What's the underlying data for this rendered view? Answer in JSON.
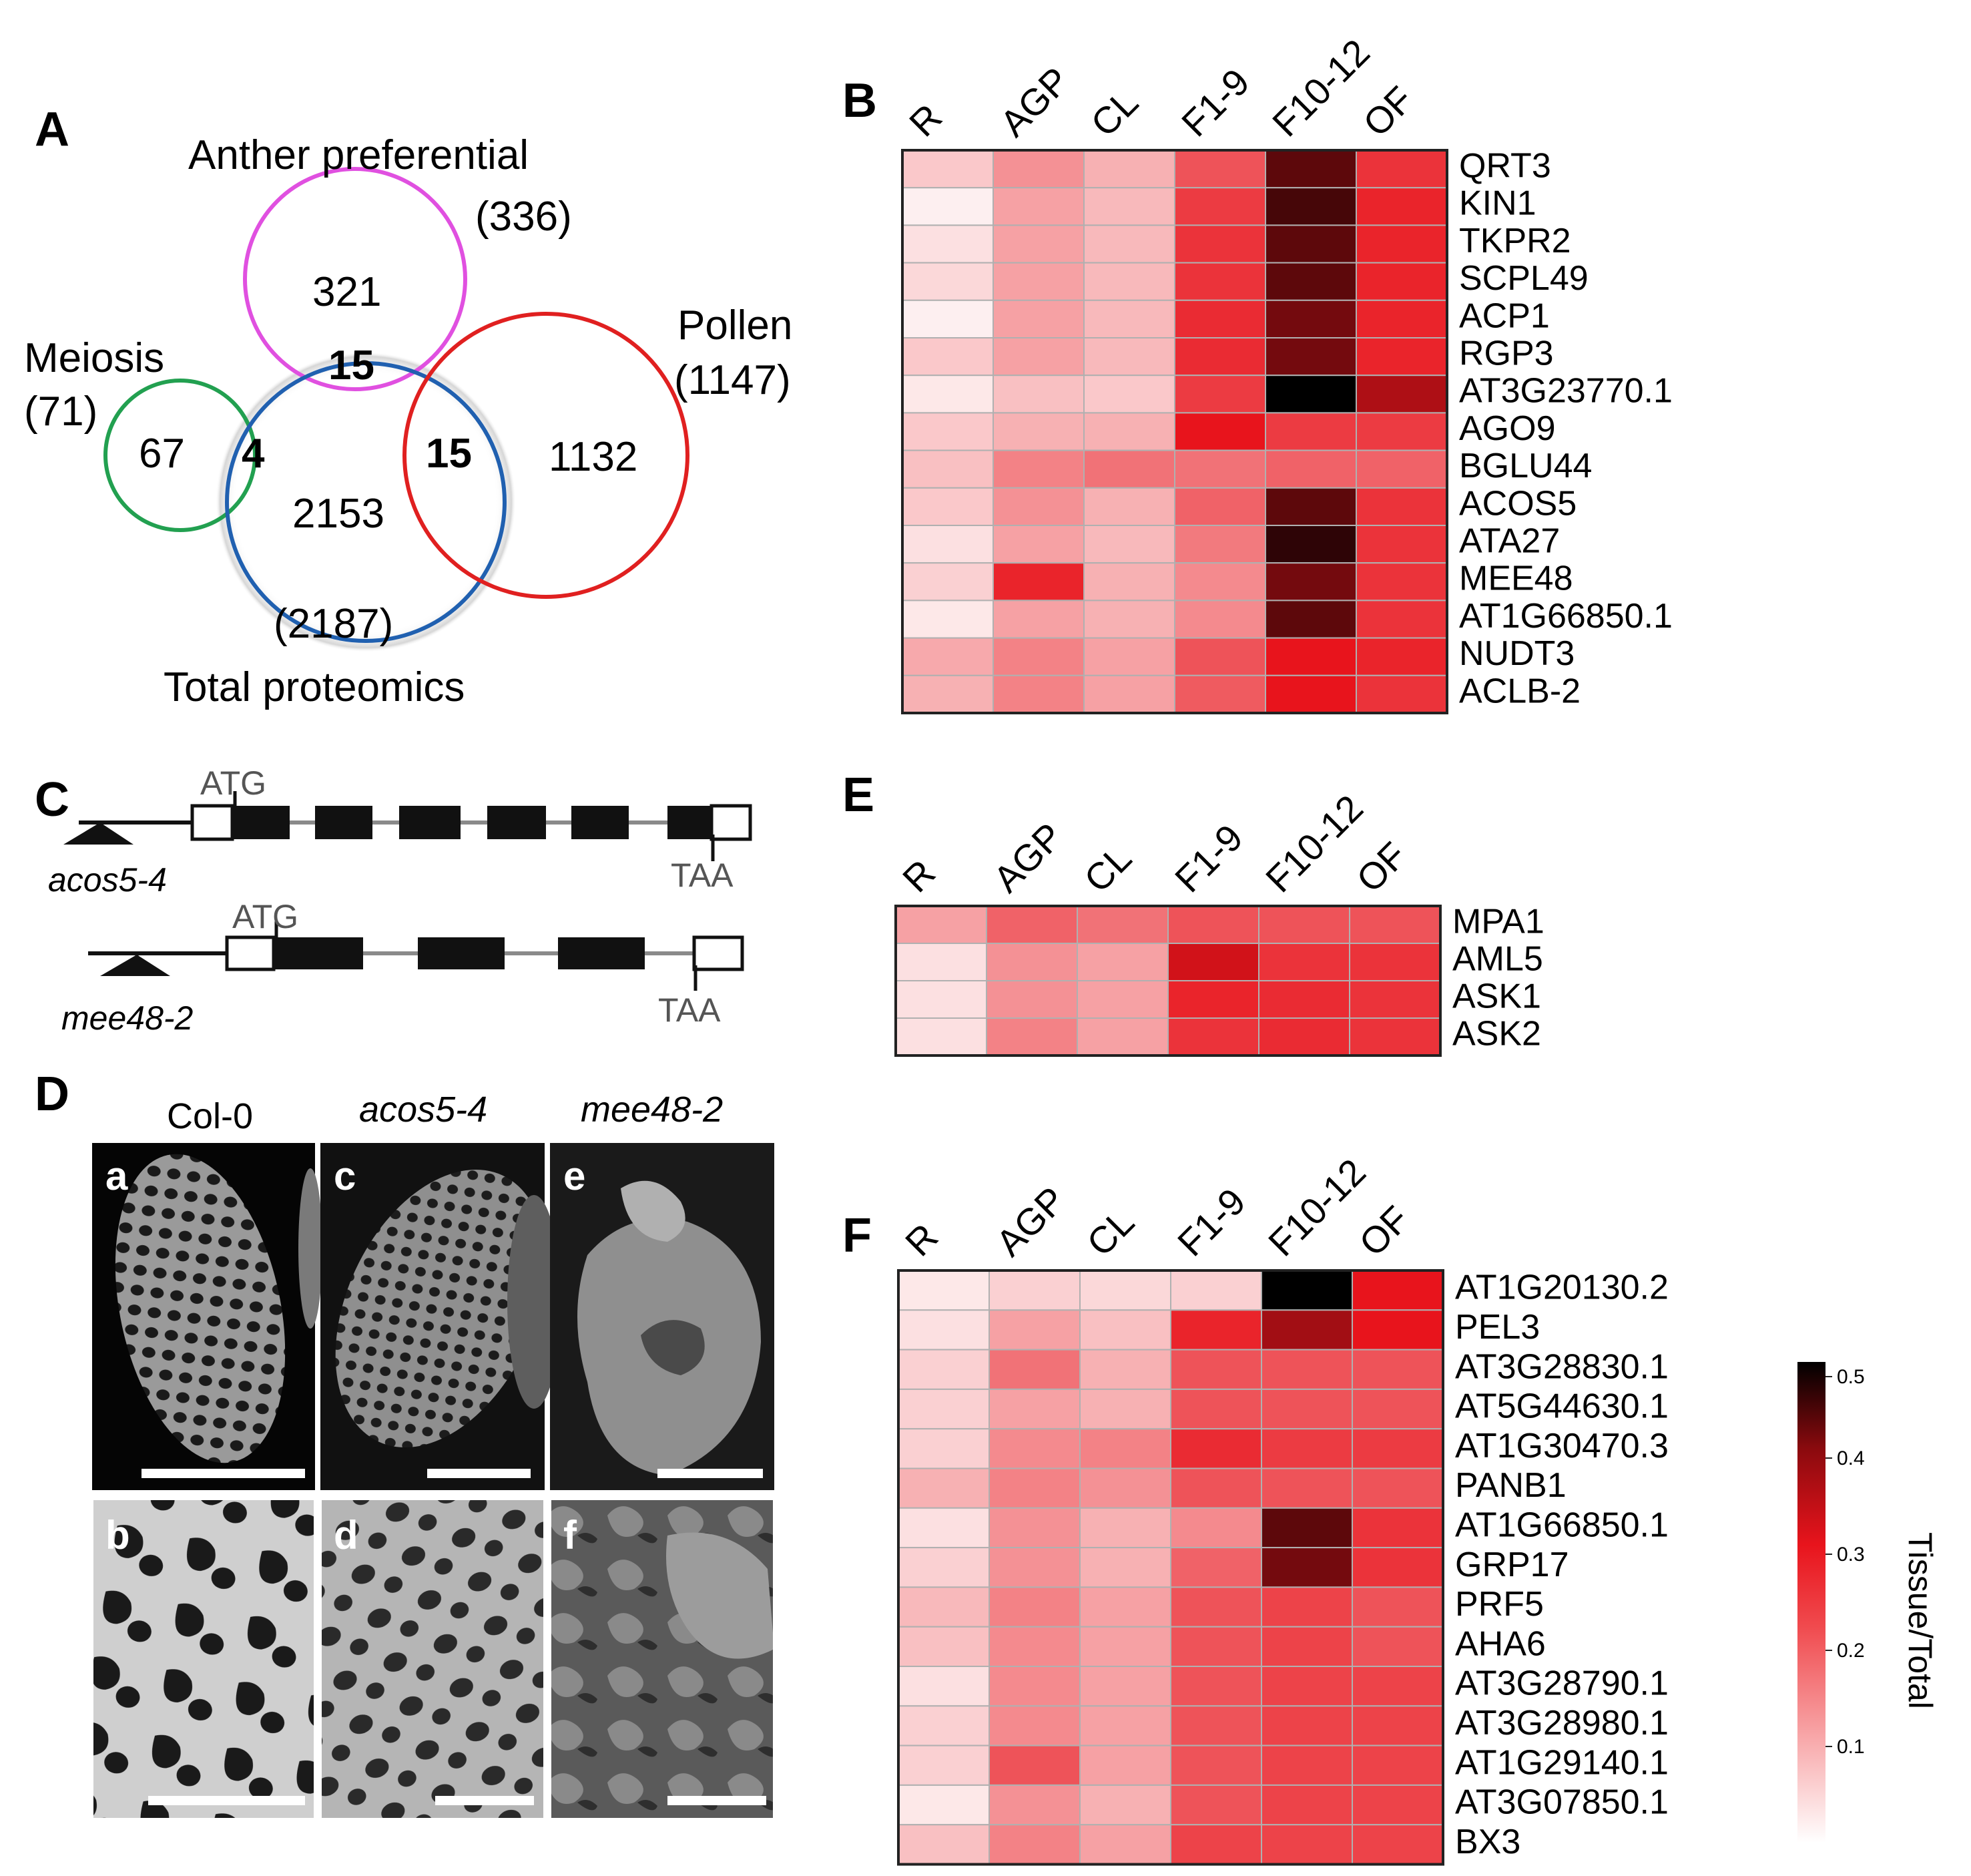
{
  "panels": {
    "A": "A",
    "B": "B",
    "C": "C",
    "D": "D",
    "E": "E",
    "F": "F"
  },
  "venn": {
    "sets": [
      {
        "name": "Anther preferential",
        "total": "(336)",
        "unique": "321",
        "color": "#e050e0"
      },
      {
        "name": "Meiosis",
        "total": "(71)",
        "unique": "67",
        "color": "#22a050"
      },
      {
        "name": "Pollen",
        "total": "(1147)",
        "unique": "1132",
        "color": "#e02020"
      },
      {
        "name": "Total proteomics",
        "total": "(2187)",
        "unique": "2153",
        "color": "#2060b0"
      }
    ],
    "overlaps": {
      "anther_total": "15",
      "meiosis_total": "4",
      "pollen_total": "15"
    }
  },
  "gene_models": {
    "atg": "ATG",
    "taa": "TAA",
    "mutants": [
      "acos5-4",
      "mee48-2"
    ]
  },
  "micrographs": {
    "columns": [
      "Col-0",
      "acos5-4",
      "mee48-2"
    ],
    "letters": [
      "a",
      "b",
      "c",
      "d",
      "e",
      "f"
    ]
  },
  "colorbar": {
    "title": "Tissue/Total",
    "ticks": [
      "0.1",
      "0.2",
      "0.3",
      "0.4",
      "0.5"
    ],
    "low_color": "#ffffff",
    "mid_color": "#e8141c",
    "high_color": "#000000"
  },
  "chart_data": [
    {
      "type": "heatmap",
      "panel": "B",
      "columns": [
        "R",
        "AGP",
        "CL",
        "F1-9",
        "F10-12",
        "OF"
      ],
      "rows": [
        "QRT3",
        "KIN1",
        "TKPR2",
        "SCPL49",
        "ACP1",
        "RGP3",
        "AT3G23770.1",
        "AGO9",
        "BGLU44",
        "ACOS5",
        "ATA27",
        "MEE48",
        "AT1G66850.1",
        "NUDT3",
        "ACLB-2"
      ],
      "values": [
        [
          0.07,
          0.14,
          0.1,
          0.22,
          0.42,
          0.26
        ],
        [
          0.02,
          0.12,
          0.09,
          0.25,
          0.44,
          0.28
        ],
        [
          0.04,
          0.12,
          0.09,
          0.26,
          0.42,
          0.28
        ],
        [
          0.05,
          0.12,
          0.09,
          0.26,
          0.42,
          0.28
        ],
        [
          0.02,
          0.12,
          0.09,
          0.27,
          0.4,
          0.28
        ],
        [
          0.07,
          0.12,
          0.09,
          0.27,
          0.4,
          0.28
        ],
        [
          0.03,
          0.08,
          0.07,
          0.25,
          0.5,
          0.35
        ],
        [
          0.07,
          0.1,
          0.1,
          0.3,
          0.25,
          0.25
        ],
        [
          0.08,
          0.16,
          0.18,
          0.18,
          0.2,
          0.2
        ],
        [
          0.07,
          0.14,
          0.1,
          0.2,
          0.42,
          0.26
        ],
        [
          0.04,
          0.12,
          0.09,
          0.17,
          0.46,
          0.26
        ],
        [
          0.06,
          0.28,
          0.1,
          0.15,
          0.4,
          0.26
        ],
        [
          0.03,
          0.12,
          0.1,
          0.15,
          0.42,
          0.26
        ],
        [
          0.11,
          0.16,
          0.12,
          0.22,
          0.3,
          0.28
        ],
        [
          0.1,
          0.16,
          0.12,
          0.21,
          0.3,
          0.26
        ]
      ]
    },
    {
      "type": "heatmap",
      "panel": "E",
      "columns": [
        "R",
        "AGP",
        "CL",
        "F1-9",
        "F10-12",
        "OF"
      ],
      "rows": [
        "MPA1",
        "AML5",
        "ASK1",
        "ASK2"
      ],
      "values": [
        [
          0.12,
          0.2,
          0.18,
          0.22,
          0.22,
          0.22
        ],
        [
          0.04,
          0.14,
          0.12,
          0.32,
          0.26,
          0.26
        ],
        [
          0.04,
          0.14,
          0.12,
          0.28,
          0.27,
          0.26
        ],
        [
          0.04,
          0.16,
          0.12,
          0.26,
          0.27,
          0.26
        ]
      ]
    },
    {
      "type": "heatmap",
      "panel": "F",
      "columns": [
        "R",
        "AGP",
        "CL",
        "F1-9",
        "F10-12",
        "OF"
      ],
      "rows": [
        "AT1G20130.2",
        "PEL3",
        "AT3G28830.1",
        "AT5G44630.1",
        "AT1G30470.3",
        "PANB1",
        "AT1G66850.1",
        "GRP17",
        "PRF5",
        "AHA6",
        "AT3G28790.1",
        "AT3G28980.1",
        "AT1G29140.1",
        "AT3G07850.1",
        "BX3"
      ],
      "values": [
        [
          0.03,
          0.06,
          0.05,
          0.06,
          0.5,
          0.3
        ],
        [
          0.04,
          0.12,
          0.08,
          0.28,
          0.36,
          0.3
        ],
        [
          0.06,
          0.18,
          0.1,
          0.22,
          0.22,
          0.22
        ],
        [
          0.06,
          0.12,
          0.1,
          0.22,
          0.22,
          0.22
        ],
        [
          0.06,
          0.15,
          0.16,
          0.27,
          0.25,
          0.25
        ],
        [
          0.1,
          0.16,
          0.14,
          0.22,
          0.22,
          0.22
        ],
        [
          0.04,
          0.14,
          0.1,
          0.15,
          0.42,
          0.26
        ],
        [
          0.06,
          0.14,
          0.1,
          0.2,
          0.4,
          0.26
        ],
        [
          0.09,
          0.16,
          0.12,
          0.22,
          0.24,
          0.22
        ],
        [
          0.08,
          0.15,
          0.12,
          0.22,
          0.24,
          0.22
        ],
        [
          0.04,
          0.15,
          0.12,
          0.22,
          0.24,
          0.24
        ],
        [
          0.06,
          0.15,
          0.12,
          0.22,
          0.24,
          0.24
        ],
        [
          0.06,
          0.22,
          0.12,
          0.22,
          0.24,
          0.24
        ],
        [
          0.03,
          0.14,
          0.1,
          0.22,
          0.24,
          0.24
        ],
        [
          0.08,
          0.16,
          0.12,
          0.24,
          0.24,
          0.24
        ]
      ]
    }
  ]
}
